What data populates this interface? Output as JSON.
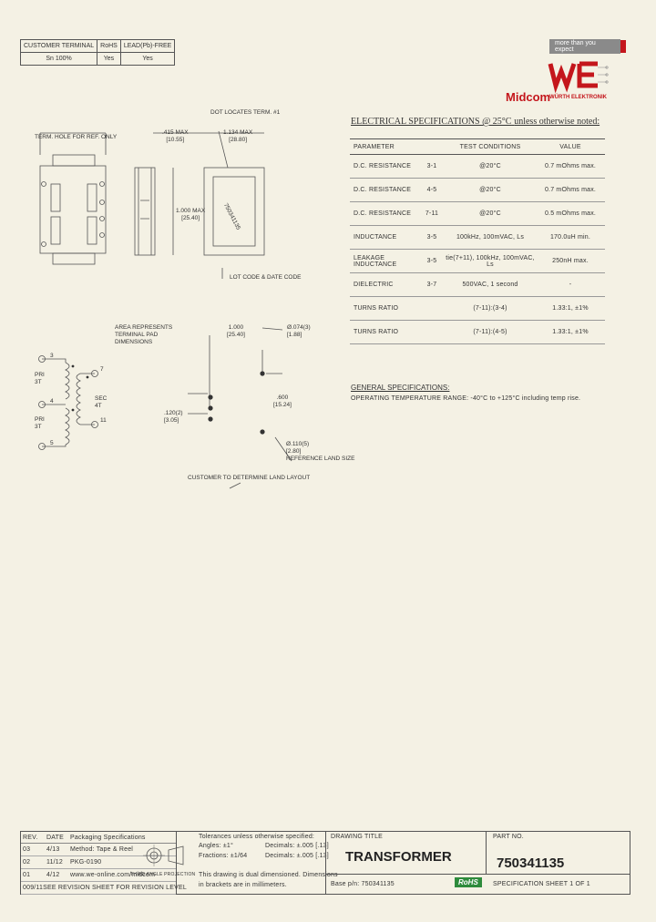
{
  "header_table": {
    "headers": [
      "CUSTOMER TERMINAL",
      "RoHS",
      "LEAD(Pb)-FREE"
    ],
    "values": [
      "Sn 100%",
      "Yes",
      "Yes"
    ]
  },
  "brand": {
    "tagline": "more than you expect",
    "left_brand": "Midcom",
    "right_brand": "WÜRTH ELEKTRONIK",
    "accent_color": "#c4161c"
  },
  "electrical": {
    "title": "ELECTRICAL SPECIFICATIONS @ 25°C",
    "title_suffix": "unless otherwise noted:",
    "columns": [
      "PARAMETER",
      "TEST CONDITIONS",
      "VALUE"
    ],
    "rows": [
      {
        "param": "D.C. RESISTANCE",
        "pins": "3-1",
        "cond": "@20°C",
        "value": "0.7 mOhms max."
      },
      {
        "param": "D.C. RESISTANCE",
        "pins": "4-5",
        "cond": "@20°C",
        "value": "0.7 mOhms max."
      },
      {
        "param": "D.C. RESISTANCE",
        "pins": "7-11",
        "cond": "@20°C",
        "value": "0.5 mOhms max."
      },
      {
        "param": "INDUCTANCE",
        "pins": "3-5",
        "cond": "100kHz, 100mVAC, Ls",
        "value": "170.0uH min."
      },
      {
        "param": "LEAKAGE INDUCTANCE",
        "pins": "3-5",
        "cond": "tie(7+11), 100kHz, 100mVAC, Ls",
        "value": "250nH max."
      },
      {
        "param": "DIELECTRIC",
        "pins": "3-7",
        "cond": "500VAC, 1 second",
        "value": "-"
      },
      {
        "param": "TURNS RATIO",
        "pins": "",
        "cond": "(7-11):(3-4)",
        "value": "1.33:1, ±1%"
      },
      {
        "param": "TURNS RATIO",
        "pins": "",
        "cond": "(7-11):(4-5)",
        "value": "1.33:1, ±1%"
      }
    ]
  },
  "general": {
    "title": "GENERAL SPECIFICATIONS:",
    "text": "OPERATING TEMPERATURE RANGE: -40°C to +125°C including temp rise."
  },
  "drawing": {
    "term_note": "TERM. HOLE FOR REF. ONLY",
    "max_width": ".415 MAX",
    "max_width_mm": "[10.55]",
    "max_len": "1.134 MAX",
    "max_len_mm": "[28.80]",
    "dot_note": "DOT LOCATES TERM. #1",
    "height": "1.000 MAX",
    "height_mm": "[25.40]",
    "lot_note": "LOT CODE & DATE CODE",
    "marking": "750341135",
    "area_note": "AREA REPRESENTS TERMINAL PAD DIMENSIONS",
    "pad_span": "1.000",
    "pad_span_mm": "[25.40]",
    "hole_dia": "Ø.074(3)",
    "hole_dia_mm": "[1.88]",
    "pitch": ".120(2)",
    "pitch_mm": "[3.05]",
    "row_gap": ".600",
    "row_gap_mm": "[15.24]",
    "ref_pad": "Ø.110(5)",
    "ref_pad_mm": "[2.80]",
    "ref_pad_note": "REFERENCE LAND SIZE",
    "customer_note": "CUSTOMER TO DETERMINE LAND LAYOUT",
    "pri1": "PRI",
    "pri1_turns": "3T",
    "pri2": "PRI",
    "pri2_turns": "3T",
    "sec": "SEC",
    "sec_turns": "4T",
    "pin_labels": [
      "3",
      "4",
      "5",
      "7",
      "11"
    ]
  },
  "footer": {
    "rev_headers": [
      "REV.",
      "DATE",
      "Packaging Specifications"
    ],
    "revs": [
      {
        "rev": "03",
        "date": "4/13",
        "desc": "Method: Tape & Reel"
      },
      {
        "rev": "02",
        "date": "11/12",
        "desc": "PKG-0190"
      },
      {
        "rev": "01",
        "date": "4/12",
        "desc": "www.we-online.com/midcom"
      },
      {
        "rev": "00",
        "date": "9/11",
        "desc": "SEE REVISION SHEET FOR REVISION LEVEL"
      }
    ],
    "projection": "THIRD ANGLE PROJECTION",
    "tol_title": "Tolerances unless otherwise specified:",
    "tol_angles": "Angles: ±1°",
    "tol_fractions": "Fractions: ±1/64",
    "tol_decimals1": "Decimals: ±.005 [.13]",
    "tol_decimals2": "Decimals: ±.005 [.13]",
    "dual_note": "This drawing is dual dimensioned. Dimensions",
    "dual_note2": "in brackets are in millimeters.",
    "drawing_title_label": "DRAWING TITLE",
    "drawing_title": "TRANSFORMER",
    "part_no_label": "PART NO.",
    "part_no": "750341135",
    "base_pn": "Base p/n: 750341135",
    "rohs": "RoHS",
    "sheet": "SPECIFICATION SHEET   1   OF   1"
  }
}
